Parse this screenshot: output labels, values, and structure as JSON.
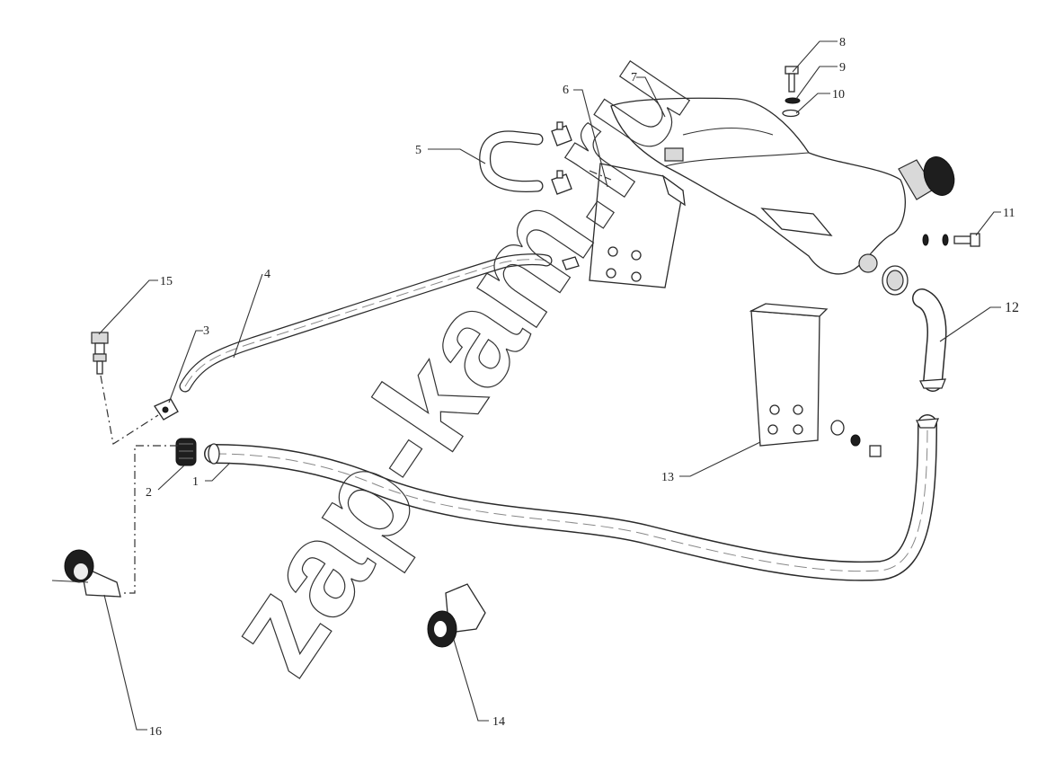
{
  "watermark": "zap-kam.ru",
  "callouts": [
    {
      "id": "1",
      "text": "1"
    },
    {
      "id": "2",
      "text": "2"
    },
    {
      "id": "3",
      "text": "3"
    },
    {
      "id": "4",
      "text": "4"
    },
    {
      "id": "5",
      "text": "5"
    },
    {
      "id": "6",
      "text": "6"
    },
    {
      "id": "7",
      "text": "7"
    },
    {
      "id": "8",
      "text": "8"
    },
    {
      "id": "9",
      "text": "9"
    },
    {
      "id": "10",
      "text": "10"
    },
    {
      "id": "11",
      "text": "11"
    },
    {
      "id": "12",
      "text": "12"
    },
    {
      "id": "13",
      "text": "13"
    },
    {
      "id": "14",
      "text": "14"
    },
    {
      "id": "15",
      "text": "15"
    },
    {
      "id": "16",
      "text": "16"
    }
  ]
}
